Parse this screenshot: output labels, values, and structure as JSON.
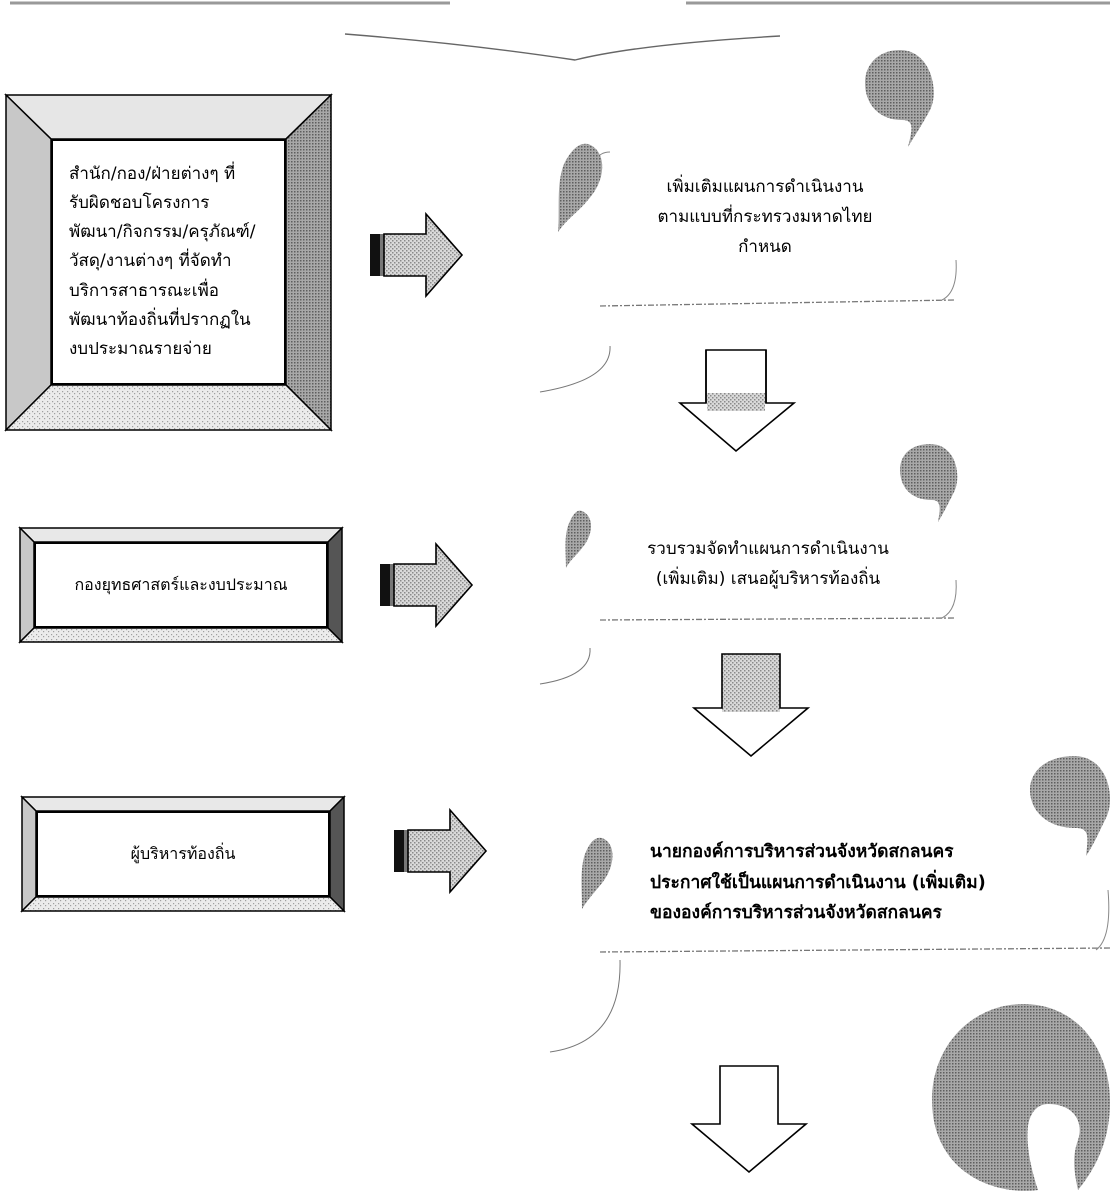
{
  "diagram": {
    "left_boxes": [
      {
        "id": "offices",
        "lines": [
          "สำนัก/กอง/ฝ่ายต่างๆ ที่",
          "รับผิดชอบโครงการ",
          "พัฒนา/กิจกรรม/ครุภัณฑ์/",
          "วัสดุ/งานต่างๆ ที่จัดทำ",
          "บริการสาธารณะเพื่อ",
          "พัฒนาท้องถิ่นที่ปรากฏใน",
          "งบประมาณรายจ่าย"
        ]
      },
      {
        "id": "strategy",
        "text": "กองยุทธศาสตร์และงบประมาณ"
      },
      {
        "id": "executive",
        "text": "ผู้บริหารท้องถิ่น"
      }
    ],
    "steps": [
      {
        "id": "step1",
        "lines": [
          "เพิ่มเติมแผนการดำเนินงาน",
          "ตามแบบที่กระทรวงมหาดไทย",
          "กำหนด"
        ]
      },
      {
        "id": "step2",
        "lines": [
          "รวบรวมจัดทำแผนการดำเนินงาน",
          "(เพิ่มเติม) เสนอผู้บริหารท้องถิ่น"
        ]
      },
      {
        "id": "step3",
        "lines": [
          "นายกองค์การบริหารส่วนจังหวัดสกลนคร",
          "ประกาศใช้เป็นแผนการดำเนินงาน (เพิ่มเติม)",
          "ขององค์การบริหารส่วนจังหวัดสกลนคร"
        ]
      }
    ],
    "colors": {
      "bevel_top": "#e2e2e2",
      "bevel_left": "#bdbdbd",
      "bevel_right": "#3a3a3a",
      "bevel_bottom": "#d6d6d6",
      "stipple": "#9a9a9a",
      "line": "#000000"
    }
  }
}
